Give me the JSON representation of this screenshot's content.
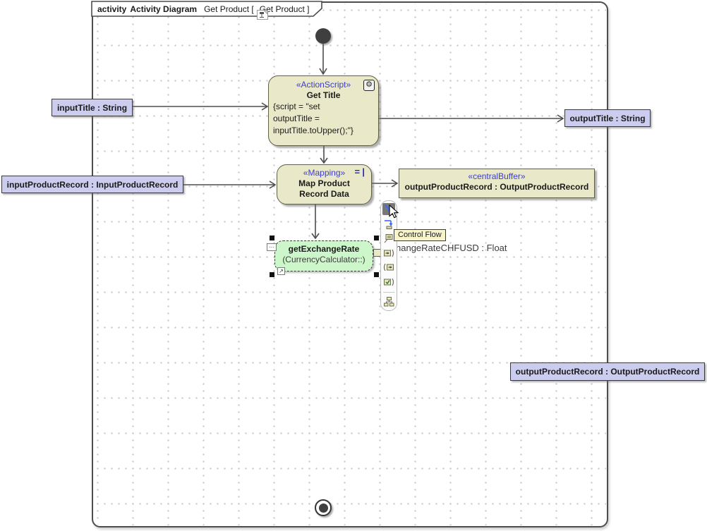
{
  "frame": {
    "keyword": "activity",
    "diagram_type": "Activity Diagram",
    "name_left": "Get Product [",
    "name_right": "Get Product ]"
  },
  "nodes": {
    "get_title": {
      "stereotype": "«ActionScript»",
      "name": "Get Title",
      "script_lines": [
        "{script = \"set",
        "outputTitle =",
        "inputTitle.toUpper();\"}"
      ]
    },
    "map_product": {
      "stereotype": "«Mapping»",
      "name_lines": [
        "Map Product",
        "Record Data"
      ],
      "icon_glyph": "=|"
    },
    "central_buffer": {
      "stereotype": "«centralBuffer»",
      "name": "outputProductRecord : OutputProductRecord"
    },
    "get_exchange_rate": {
      "name": "getExchangeRate",
      "behavior": "(CurrencyCalculator::)"
    },
    "params": {
      "input_title": "inputTitle : String",
      "output_title": "outputTitle : String",
      "input_product_record": "inputProductRecord : InputProductRecord",
      "output_product_record": "outputProductRecord : OutputProductRecord"
    },
    "pin_label": "hangeRateCHFUSD : Float"
  },
  "tooltip": "Control Flow",
  "toolbar_items": [
    "control-flow",
    "object-flow",
    "action",
    "input-pin",
    "output-pin",
    "value-pin",
    "structure"
  ],
  "colors": {
    "action_fill": "#e9e9c9",
    "action_border": "#5f5f46",
    "param_fill": "#ccccee",
    "selected_fill": "#cdf6cb",
    "stereotype_text": "#3c3ccd",
    "edge": "#4d4d4d",
    "tooltip_fill": "#f7f3cb"
  }
}
